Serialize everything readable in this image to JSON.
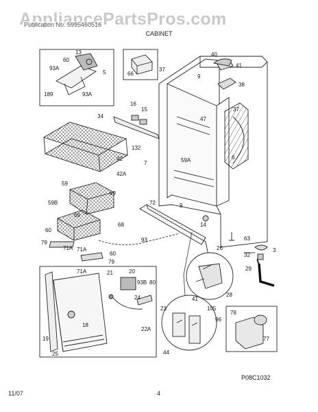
{
  "watermark": "AppliancePartsPros.com",
  "header_text": "Publication No. 5995460516",
  "section_title": "CABINET",
  "figure_code": "P08C1032",
  "footer": {
    "date": "11/07",
    "page": "4"
  },
  "callouts": [
    "13",
    "60",
    "93A",
    "5",
    "189",
    "93A",
    "66",
    "40",
    "41",
    "37",
    "9",
    "38",
    "37",
    "16",
    "15",
    "34",
    "47",
    "132",
    "42",
    "7",
    "59A",
    "6",
    "42A",
    "59",
    "69",
    "59B",
    "69",
    "72",
    "9",
    "60",
    "68",
    "14",
    "63",
    "93",
    "79",
    "71A",
    "71A",
    "60",
    "79",
    "26",
    "3",
    "32",
    "29",
    "71A",
    "21",
    "20",
    "93B",
    "80",
    "24",
    "28",
    "41",
    "23",
    "105",
    "96",
    "78",
    "18",
    "22A",
    "77",
    "19",
    "25",
    "44"
  ],
  "colors": {
    "ink": "#222222",
    "watermark": "#c9c9c9"
  }
}
